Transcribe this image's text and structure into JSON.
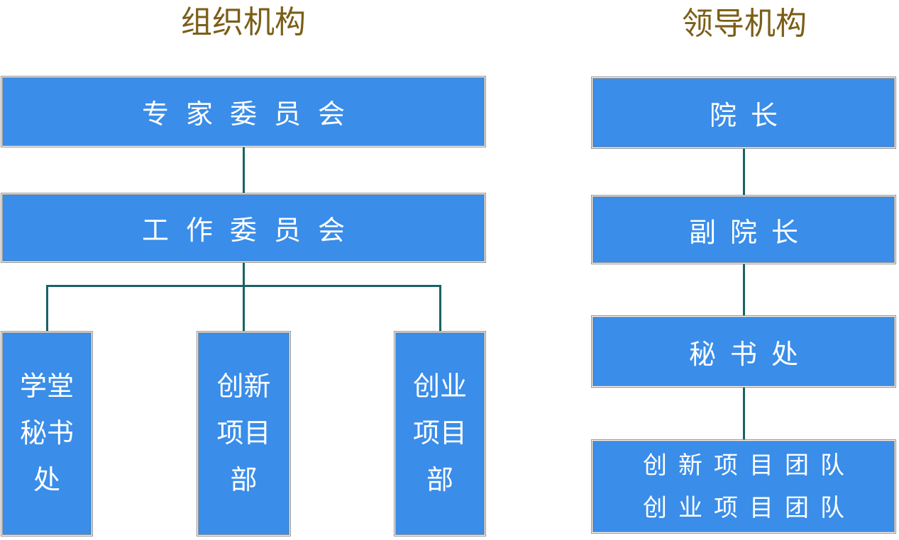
{
  "colors": {
    "box_fill": "#3A8DE9",
    "box_border": "#8F8F8F",
    "connector": "#176365",
    "title_color": "#7B5E17",
    "box_text_color": "#FFFFFF",
    "page_bg": "#FFFFFF"
  },
  "left_chart": {
    "title": "组织机构",
    "nodes": [
      {
        "label": "专家委员会"
      },
      {
        "label": "工作委员会"
      },
      {
        "label": "学堂秘书处",
        "lines": [
          "学堂",
          "秘书",
          "处"
        ]
      },
      {
        "label": "创新项目部",
        "lines": [
          "创新",
          "项目",
          "部"
        ]
      },
      {
        "label": "创业项目部",
        "lines": [
          "创业",
          "项目",
          "部"
        ]
      }
    ]
  },
  "right_chart": {
    "title": "领导机构",
    "nodes": [
      {
        "label": "院长"
      },
      {
        "label": "副院长"
      },
      {
        "label": "秘书处"
      },
      {
        "label": "创新项目团队 创业项目团队",
        "lines": [
          "创新项目团队",
          "创业项目团队"
        ]
      }
    ]
  }
}
